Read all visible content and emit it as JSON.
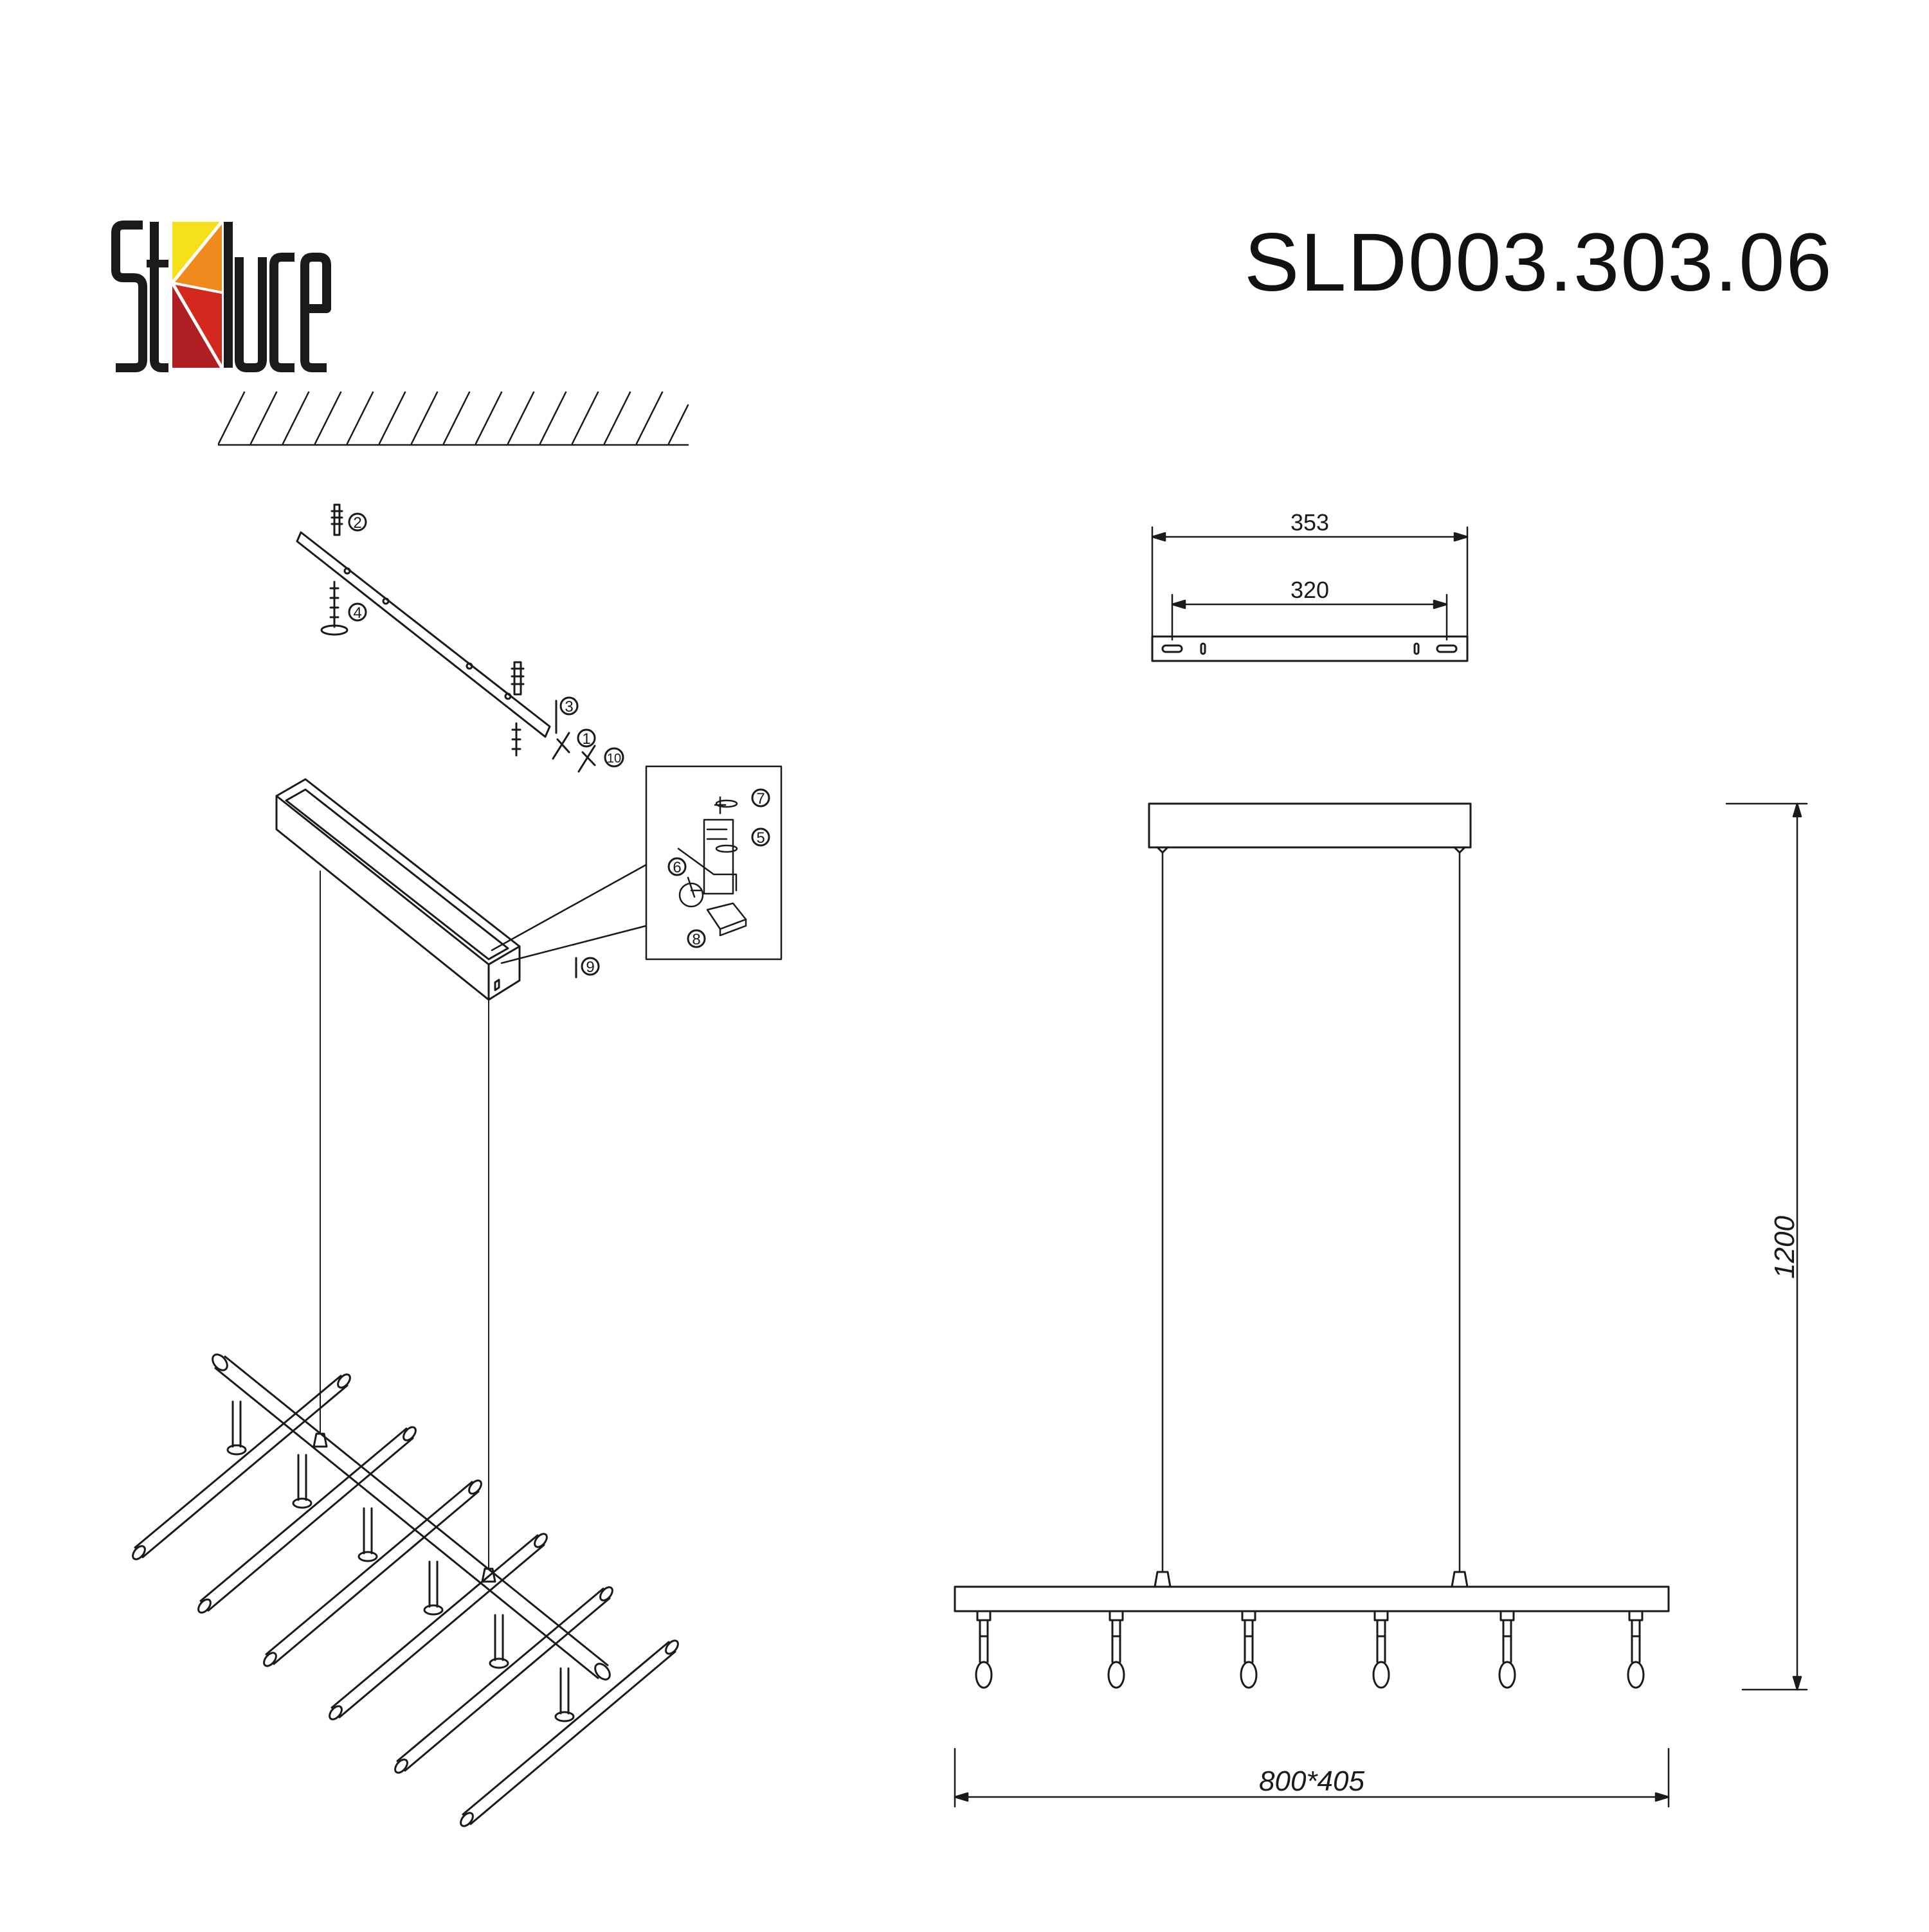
{
  "brand": {
    "name": "St Luce",
    "colors": [
      "#f6e01a",
      "#f08a1c",
      "#d2281e",
      "#b01f24"
    ]
  },
  "model_number": "SLD003.303.06",
  "parts": [
    "1",
    "2",
    "3",
    "4",
    "5",
    "6",
    "7",
    "8",
    "9",
    "10"
  ],
  "dimensions": {
    "bracket_length": "353",
    "bracket_hole_spacing": "320",
    "overall_height": "1200",
    "length_width": "800*405"
  },
  "lamp_count": 6
}
